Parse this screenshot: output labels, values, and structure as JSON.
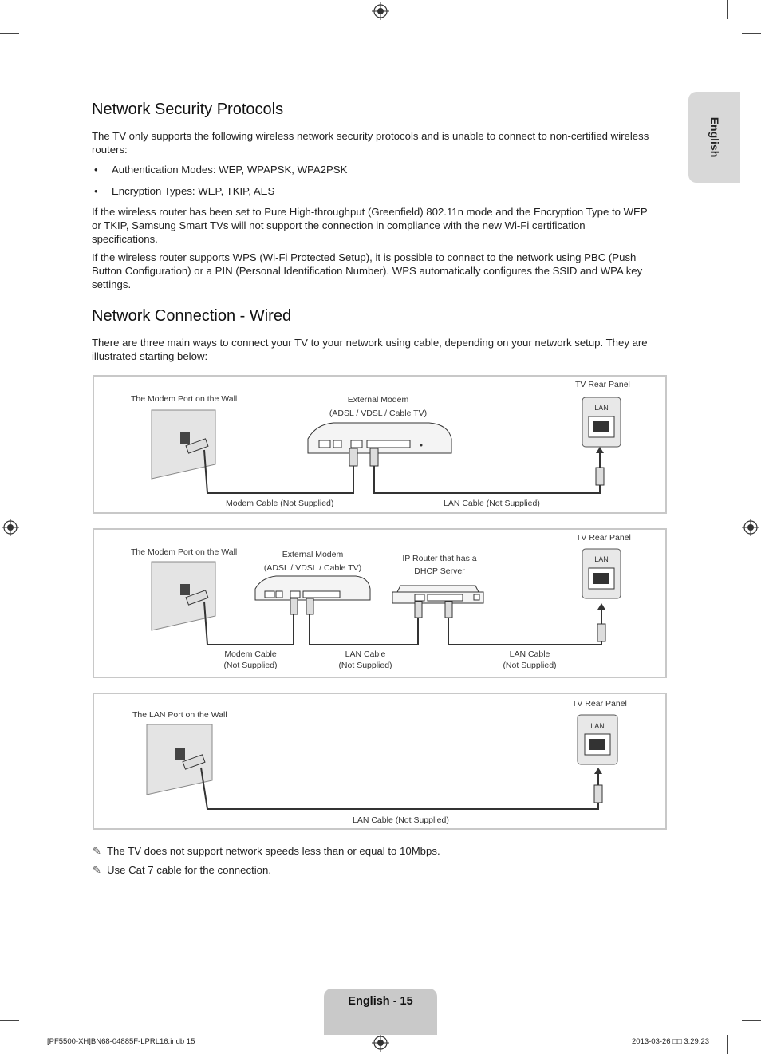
{
  "side_tab": "English",
  "sections": {
    "security": {
      "title": "Network Security Protocols",
      "intro": "The TV only supports the following wireless network security protocols and is unable to connect to non-certified wireless routers:",
      "bullets": [
        "Authentication Modes: WEP, WPAPSK, WPA2PSK",
        "Encryption Types: WEP, TKIP, AES"
      ],
      "para1": "If the wireless router has been set to Pure High-throughput (Greenfield) 802.11n mode and the Encryption Type to WEP or TKIP, Samsung Smart TVs will not support the connection in compliance with the new Wi-Fi certification specifications.",
      "para2": "If the wireless router supports WPS (Wi-Fi Protected Setup), it is possible to connect to the network using PBC (Push Button Configuration) or a PIN (Personal Identification Number). WPS automatically configures the SSID and WPA key settings."
    },
    "wired": {
      "title": "Network Connection - Wired",
      "intro": "There are three main ways to connect your TV to your network using cable, depending on your network setup. They are illustrated starting below:"
    }
  },
  "diagram1": {
    "wall": "The Modem Port on the Wall",
    "modem_l1": "External Modem",
    "modem_l2": "(ADSL / VDSL / Cable TV)",
    "tv": "TV Rear Panel",
    "lan": "LAN",
    "cable1": "Modem Cable (Not Supplied)",
    "cable2": "LAN Cable (Not Supplied)"
  },
  "diagram2": {
    "wall": "The Modem Port on the Wall",
    "modem_l1": "External Modem",
    "modem_l2": "(ADSL / VDSL / Cable TV)",
    "router_l1": "IP Router that has a",
    "router_l2": "DHCP Server",
    "tv": "TV Rear Panel",
    "lan": "LAN",
    "cable1_l1": "Modem Cable",
    "cable1_l2": "(Not Supplied)",
    "cable2_l1": "LAN Cable",
    "cable2_l2": "(Not Supplied)",
    "cable3_l1": "LAN Cable",
    "cable3_l2": "(Not Supplied)"
  },
  "diagram3": {
    "wall": "The LAN Port on the Wall",
    "tv": "TV Rear Panel",
    "lan": "LAN",
    "cable": "LAN Cable (Not Supplied)"
  },
  "notes": [
    "The TV does not support network speeds less than or equal to 10Mbps.",
    "Use Cat 7 cable for the connection."
  ],
  "page_label": "English - 15",
  "footer": {
    "left": "[PF5500-XH]BN68-04885F-LPRL16.indb   15",
    "right": "2013-03-26   □□ 3:29:23"
  },
  "colors": {
    "tab_gray": "#d8d8d8",
    "panel_border": "#c8c8c8",
    "wall_gray": "#e4e4e4"
  }
}
